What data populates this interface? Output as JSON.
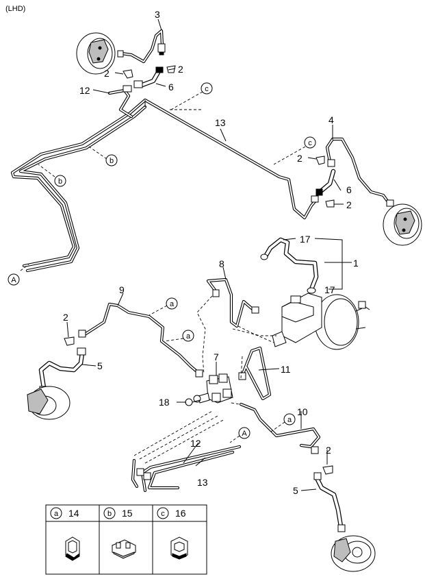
{
  "header": {
    "variant": "(LHD)"
  },
  "callouts": {
    "c1": "1",
    "c2a": "2",
    "c2b": "2",
    "c2c": "2",
    "c2d": "2",
    "c2e": "2",
    "c2f": "2",
    "c3": "3",
    "c4": "4",
    "c5a": "5",
    "c5b": "5",
    "c6a": "6",
    "c6b": "6",
    "c7": "7",
    "c8": "8",
    "c9": "9",
    "c10": "10",
    "c11": "11",
    "c12a": "12",
    "c12b": "12",
    "c13a": "13",
    "c13b": "13",
    "c17a": "17",
    "c17b": "17",
    "c18": "18"
  },
  "markers": {
    "a1": "a",
    "a2": "a",
    "a3": "a",
    "b1": "b",
    "b2": "b",
    "cc1": "c",
    "cc2": "c",
    "A1": "A",
    "A2": "A"
  },
  "legend": {
    "items": [
      {
        "letter": "a",
        "number": "14"
      },
      {
        "letter": "b",
        "number": "15"
      },
      {
        "letter": "c",
        "number": "16"
      }
    ]
  }
}
